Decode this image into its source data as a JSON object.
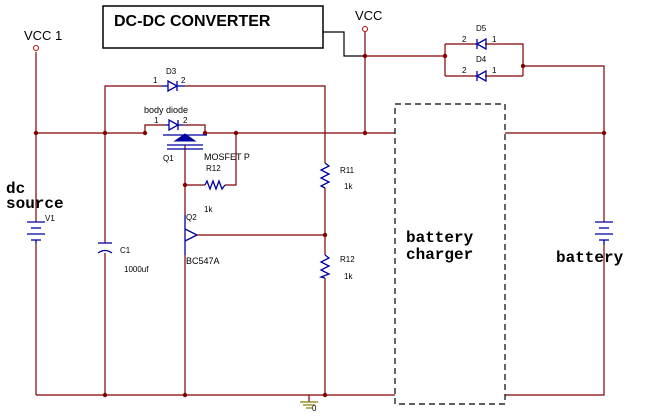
{
  "title_box": "DC-DC CONVERTER",
  "vcc1": "VCC 1",
  "vcc": "VCC",
  "source": {
    "line1": "dc",
    "line2": "source",
    "ref": "V1"
  },
  "battery": "battery",
  "charger": {
    "line1": "battery",
    "line2": "charger"
  },
  "d3": {
    "ref": "D3",
    "pin1": "1",
    "pin2": "2"
  },
  "d5": {
    "ref": "D5",
    "pin2": "2",
    "pin1": "1"
  },
  "d4": {
    "ref": "D4",
    "pin2": "2",
    "pin1": "1"
  },
  "body_diode": {
    "label": "body diode",
    "pin1": "1",
    "pin2": "2"
  },
  "q1": {
    "ref": "Q1",
    "type": "MOSFET P"
  },
  "r12a": {
    "ref": "R12",
    "value": "1k"
  },
  "q2": {
    "ref": "Q2",
    "type": "BC547A"
  },
  "c1": {
    "ref": "C1",
    "value": "1000uf"
  },
  "r11": {
    "ref": "R11",
    "value": "1k"
  },
  "r12b": {
    "ref": "R12",
    "value": "1k"
  },
  "ground": "0"
}
